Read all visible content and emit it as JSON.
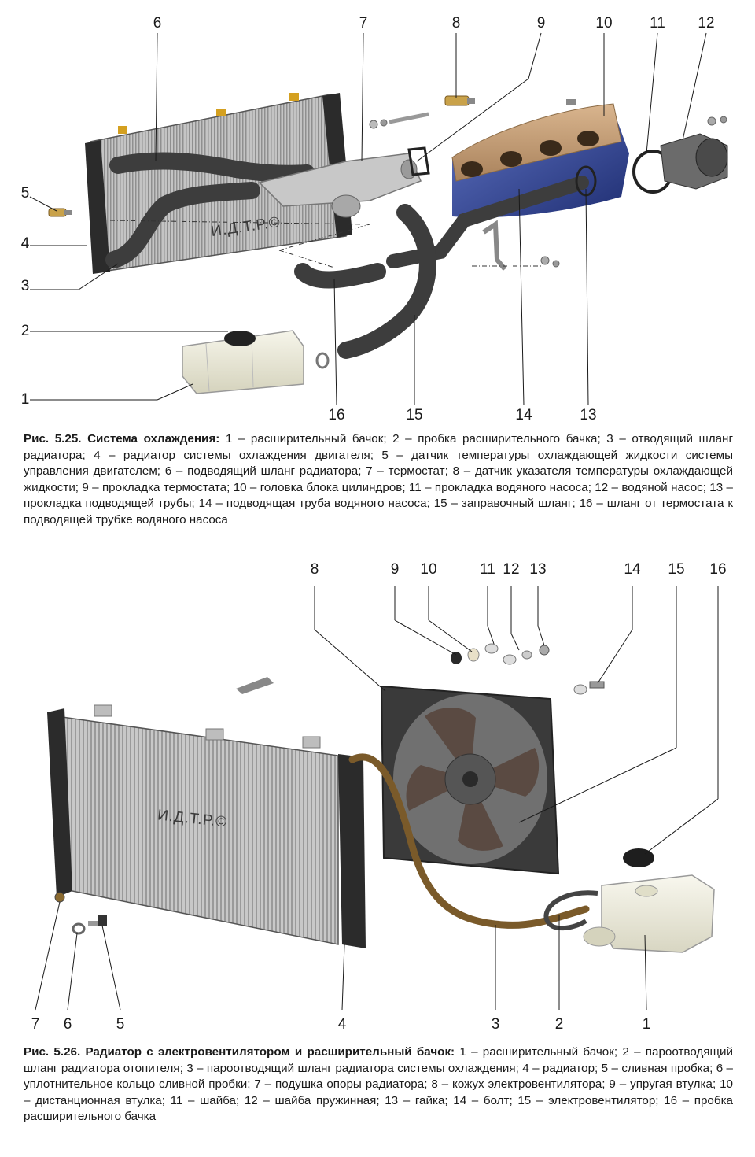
{
  "figure1": {
    "watermark": "И.Д.Т.Р.©",
    "callouts": {
      "c1": "1",
      "c2": "2",
      "c3": "3",
      "c4": "4",
      "c5": "5",
      "c6": "6",
      "c7": "7",
      "c8": "8",
      "c9": "9",
      "c10": "10",
      "c11": "11",
      "c12": "12",
      "c13": "13",
      "c14": "14",
      "c15": "15",
      "c16": "16"
    },
    "caption_title": "Рис. 5.25. Система охлаждения:",
    "caption_text": " 1 – расширительный бачок; 2 – пробка расширительного бачка; 3 – отводящий шланг радиатора; 4 – радиатор системы охлаждения двигателя; 5 – датчик температуры охлаждающей жидкости системы управления двигателем; 6 – подводящий шланг радиатора; 7 – термостат; 8 – датчик указателя температуры охлаждающей жидкости; 9 – прокладка термостата; 10 – головка блока цилиндров; 11 – прокладка водяного насоса; 12 – водяной насос; 13 – прокладка подводящей трубы; 14 – подводящая труба водяного насоса; 15 – заправочный шланг; 16 – шланг от термостата к подводящей трубке водяного насоса"
  },
  "figure2": {
    "watermark": "И.Д.Т.Р.©",
    "callouts": {
      "c1": "1",
      "c2": "2",
      "c3": "3",
      "c4": "4",
      "c5": "5",
      "c6": "6",
      "c7": "7",
      "c8": "8",
      "c9": "9",
      "c10": "10",
      "c11": "11",
      "c12": "12",
      "c13": "13",
      "c14": "14",
      "c15": "15",
      "c16": "16"
    },
    "caption_title": "Рис. 5.26. Радиатор с электровентилятором и расширительный бачок:",
    "caption_text": " 1 – расширительный бачок; 2 – пароотводящий шланг радиатора отопителя; 3 – пароотводящий шланг радиатора системы охлаждения; 4 – радиатор; 5 – сливная пробка; 6 – уплотнительное кольцо сливной пробки; 7 – подушка опоры радиатора; 8 – кожух электровентилятора; 9 – упругая втулка; 10 – дистанционная втулка; 11 – шайба; 12 – шайба пружинная; 13 – гайка; 14 – болт; 15 – электровентилятор; 16 – пробка расширительного бачка"
  },
  "colors": {
    "radiator_core": "#b9b9b9",
    "hose": "#3d3d3d",
    "engine_head": "#c9a27a",
    "engine_block": "#3b4fa3",
    "steam_hose": "#7a5a2a",
    "tank": "#efeede"
  }
}
